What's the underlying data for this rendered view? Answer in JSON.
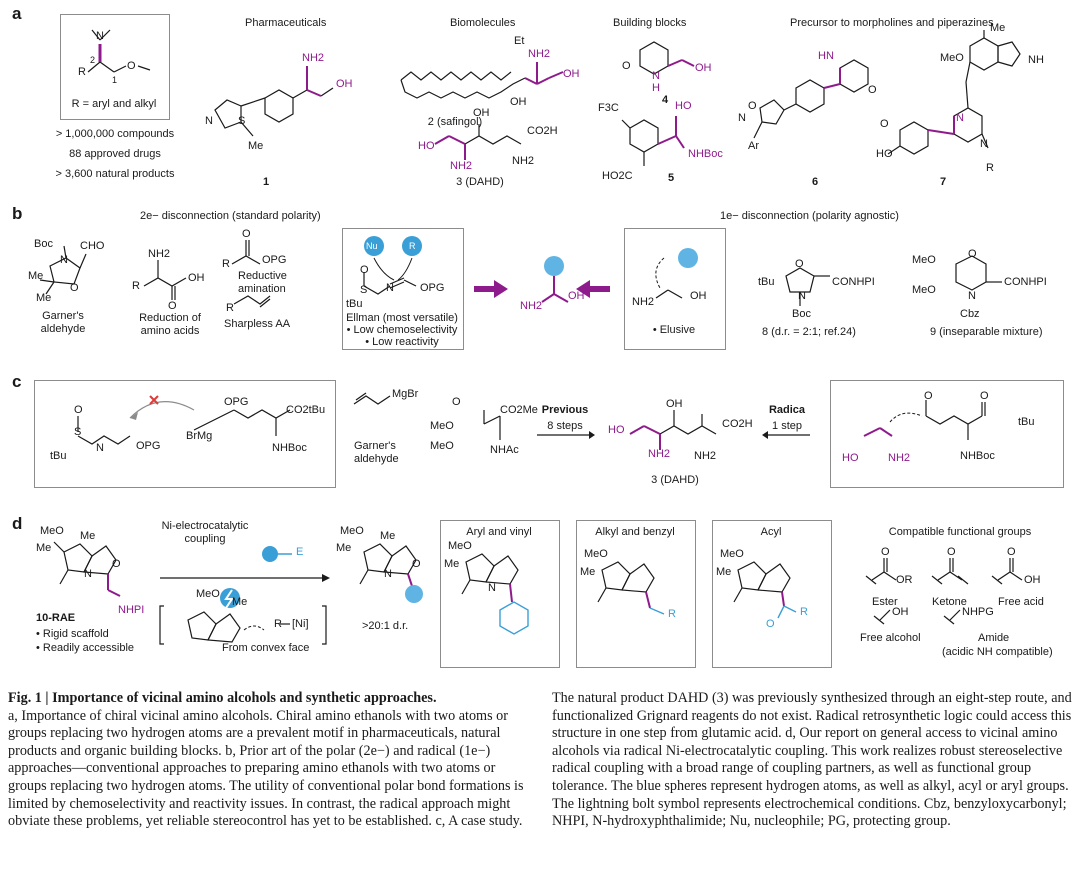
{
  "panels": {
    "a": {
      "letter": "a",
      "r_note": "R = aryl and alkyl",
      "stats": [
        "> 1,000,000 compounds",
        "88 approved drugs",
        "> 3,600 natural products"
      ],
      "headers": [
        "Pharmaceuticals",
        "Biomolecules",
        "Building blocks",
        "Precursor to morpholines and piperazines"
      ],
      "compound_labels": [
        "1",
        "2 (safingol)",
        "3 (DAHD)",
        "4",
        "5",
        "6",
        "7"
      ],
      "atoms": {
        "nh2": "NH2",
        "oh": "OH",
        "me": "Me",
        "n": "N",
        "s": "S",
        "et": "Et",
        "ho": "HO",
        "co2h": "CO2H",
        "o": "O",
        "h": "H",
        "f3c": "F3C",
        "ho2c": "HO2C",
        "nhboc": "NHBoc",
        "hn": "HN",
        "ar": "Ar",
        "meo": "MeO",
        "nh": "NH",
        "r": "R",
        "num2": "2",
        "num1": "1"
      }
    },
    "b": {
      "letter": "b",
      "left_title": "2e− disconnection (standard polarity)",
      "right_title": "1e− disconnection (polarity agnostic)",
      "garner": "Garner's aldehyde",
      "reduction": "Reduction of amino acids",
      "reductive": "Reductive amination",
      "sharpless": "Sharpless AA",
      "ellman": "Ellman (most versatile)",
      "bullets_left": [
        "• Low chemoselectivity",
        "• Low reactivity"
      ],
      "elusive": "• Elusive",
      "label8": "8 (d.r. = 2:1; ref.24)",
      "label9": "9 (inseparable mixture)",
      "atoms": {
        "boc": "Boc",
        "cho": "CHO",
        "opg": "OPG",
        "tbu": "tBu",
        "nu": "Nu",
        "conhpi": "CONHPI",
        "cbz": "Cbz"
      }
    },
    "c": {
      "letter": "c",
      "garner": "Garner's aldehyde",
      "mgbr": "MgBr",
      "brmg": "BrMg",
      "previous": "Previous",
      "previous_steps": "8 steps",
      "radical": "Radica",
      "radical_steps": "1 step",
      "label3": "3 (DAHD)",
      "atoms": {
        "co2me": "CO2Me",
        "nhac": "NHAc",
        "co2tbu": "CO2tBu",
        "tbu": "tBu"
      }
    },
    "d": {
      "letter": "d",
      "compound": "10-RAE",
      "bullets": [
        "• Rigid scaffold",
        "• Readily accessible"
      ],
      "arrow_top": "Ni-electrocatalytic coupling",
      "convex": "From convex face",
      "dr": ">20:1 d.r.",
      "box_titles": [
        "Aryl and vinyl",
        "Alkyl and benzyl",
        "Acyl"
      ],
      "fg_title": "Compatible functional groups",
      "fg_labels": [
        "Ester",
        "Ketone",
        "Free acid",
        "Free alcohol",
        "Amide",
        "(acidic NH compatible)"
      ],
      "atoms": {
        "meo": "MeO",
        "me": "Me",
        "nhpi": "NHPI",
        "e": "E",
        "ni": "[Ni]",
        "or": "OR",
        "nhpg": "NHPG"
      }
    }
  },
  "caption": {
    "title": "Fig. 1 | Importance of vicinal amino alcohols and synthetic approaches.",
    "left": "a, Importance of chiral vicinal amino alcohols. Chiral amino ethanols with two atoms or groups replacing two hydrogen atoms are a prevalent motif in pharmaceuticals, natural products and organic building blocks. b, Prior art of the polar (2e−) and radical (1e−) approaches—conventional approaches to preparing amino ethanols with two atoms or groups replacing two hydrogen atoms. The utility of conventional polar bond formations is limited by chemoselectivity and reactivity issues. In contrast, the radical approach might obviate these problems, yet reliable stereocontrol has yet to be established. c, A case study.",
    "right": "The natural product DAHD (3) was previously synthesized through an eight-step route, and functionalized Grignard reagents do not exist. Radical retrosynthetic logic could access this structure in one step from glutamic acid. d, Our report on general access to vicinal amino alcohols via radical Ni-electrocatalytic coupling. This work realizes robust stereoselective radical coupling with a broad range of coupling partners, as well as functional group tolerance. The blue spheres represent hydrogen atoms, as well as alkyl, acyl or aryl groups. The lightning bolt symbol represents electrochemical conditions. Cbz, benzyloxycarbonyl; NHPI, N-hydroxyphthalimide; Nu, nucleophile; PG, protecting group."
  },
  "colors": {
    "magenta": "#8e1b8c",
    "blue": "#3a9fd6",
    "sphere": "#5fb4e4",
    "grey": "#8c8c8c"
  }
}
